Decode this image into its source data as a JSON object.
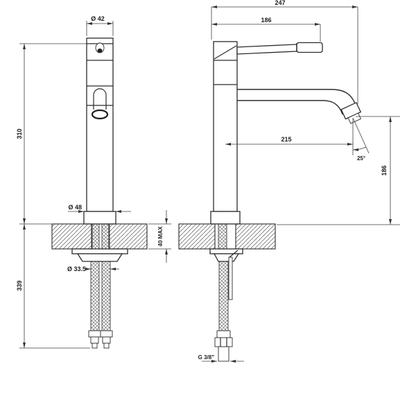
{
  "drawing": {
    "type": "faucet-technical-dimension-drawing",
    "colors": {
      "ink": "#2b2b2b",
      "dimension_line": "#3f3f3f",
      "background": "#ffffff"
    },
    "front_view": {
      "top_diameter": "Ø 42",
      "height_above_deck": "310",
      "hose_length_below": "339",
      "base_diameter": "Ø 48",
      "mounting_hole_diameter": "Ø 33.5",
      "deck_thickness_max": "40 MAX"
    },
    "side_view": {
      "overall_depth": "247",
      "handle_reach": "186",
      "spout_projection": "215",
      "spout_angle": "25°",
      "spout_height_over_deck": "186",
      "hose_thread": "G 3/8\""
    }
  }
}
